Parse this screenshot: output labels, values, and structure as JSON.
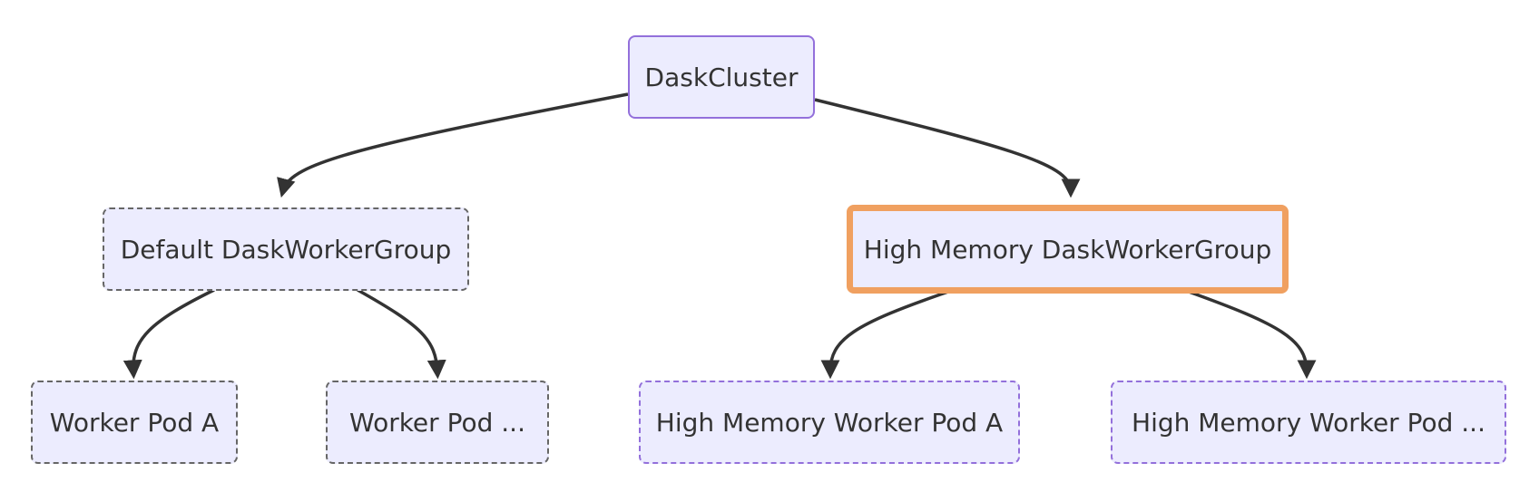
{
  "diagram": {
    "nodes": {
      "root": {
        "label": "DaskCluster"
      },
      "default_group": {
        "label": "Default DaskWorkerGroup"
      },
      "highmem_group": {
        "label": "High Memory DaskWorkerGroup"
      },
      "worker_pod_a": {
        "label": "Worker Pod A"
      },
      "worker_pod_more": {
        "label": "Worker Pod ..."
      },
      "highmem_pod_a": {
        "label": "High Memory Worker Pod A"
      },
      "highmem_pod_more": {
        "label": "High Memory Worker Pod ..."
      }
    },
    "edges": [
      {
        "from": "root",
        "to": "default_group"
      },
      {
        "from": "root",
        "to": "highmem_group"
      },
      {
        "from": "default_group",
        "to": "worker_pod_a"
      },
      {
        "from": "default_group",
        "to": "worker_pod_more"
      },
      {
        "from": "highmem_group",
        "to": "highmem_pod_a"
      },
      {
        "from": "highmem_group",
        "to": "highmem_pod_more"
      }
    ],
    "colors": {
      "node_fill": "#ececfe",
      "node_border": "#9370db",
      "group_border": "#666666",
      "highlight_border": "#f0a060",
      "edge": "#333333",
      "text": "#333333"
    }
  }
}
